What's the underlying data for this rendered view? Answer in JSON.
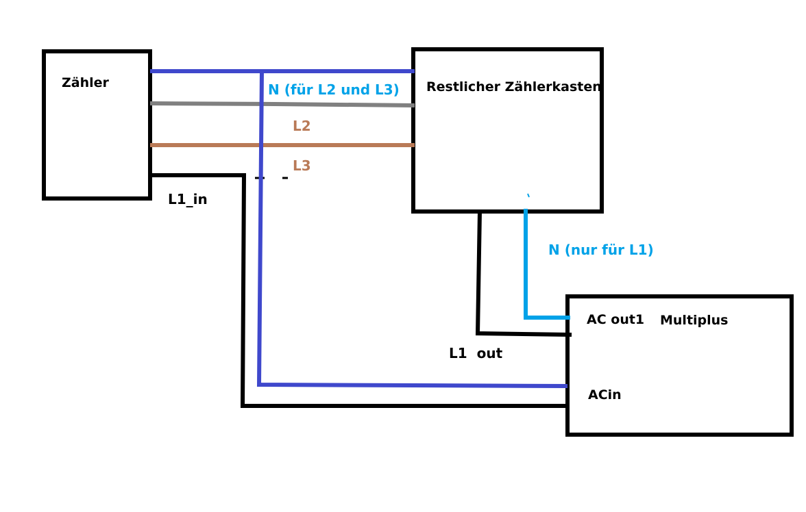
{
  "boxes": {
    "zaehler": "Zähler",
    "zaehlerkasten": "Restlicher Zählerkasten",
    "multiplus": "Multiplus"
  },
  "ports": {
    "ac_out1": "AC out1",
    "ac_in": "ACin"
  },
  "wires": {
    "n_l2_l3": "N (für L2 und L3)",
    "l2": "L2",
    "l3": "L3",
    "l1_in": "L1_in",
    "n_l1": "N (nur für L1)",
    "l1_out": "L1  out"
  },
  "colors": {
    "neutral_main": "#3f48cc",
    "neutral_l1": "#00a2e8",
    "l2_wire": "#808080",
    "l3_wire": "#b97a57",
    "l1_wire": "#000000",
    "l2_l3_label": "#b97a57",
    "neutral_label": "#00a2e8"
  }
}
